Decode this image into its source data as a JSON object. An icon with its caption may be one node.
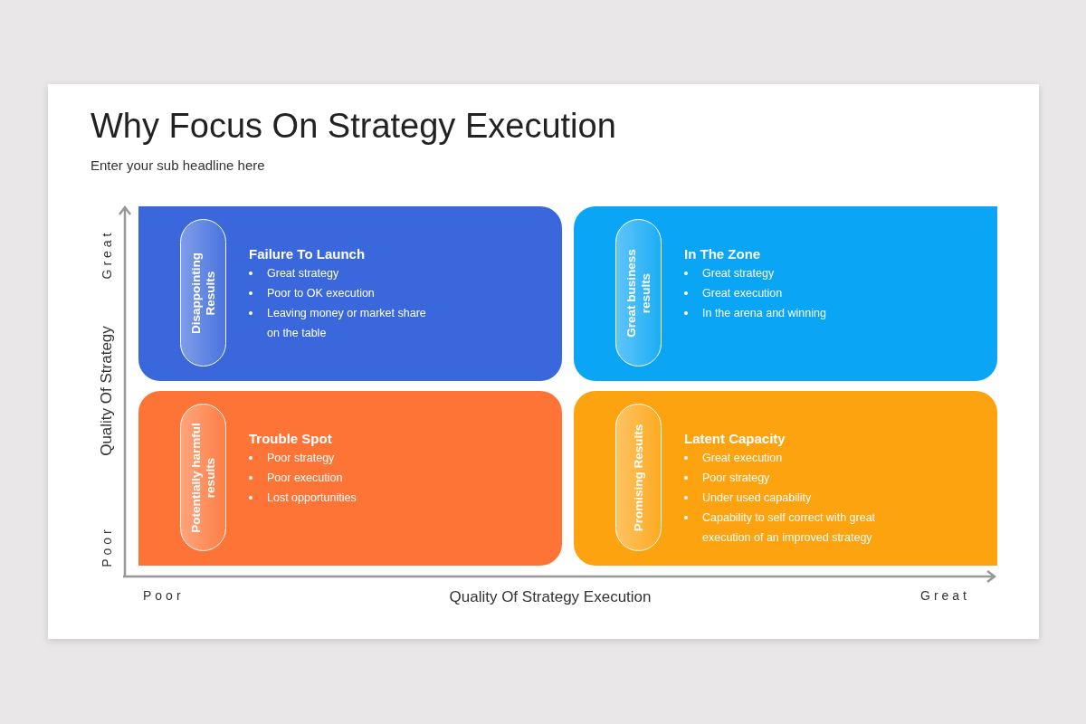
{
  "diagram": {
    "title": "Why Focus On Strategy Execution",
    "nodes": [
      {
        "text": [
          "Failure To Launch",
          "Great strategy",
          "Poor to OK execution",
          "Leaving money or market share on the table"
        ]
      },
      {
        "text": [
          "Disappointing Results"
        ],
        "in": 0
      },
      {
        "text": [
          "In The Zone",
          "Great strategy",
          "Great execution",
          "In the arena and winning"
        ]
      },
      {
        "text": [
          "Great business results"
        ],
        "in": 2
      },
      {
        "text": [
          "Trouble Spot",
          "Poor strategy",
          "Poor execution",
          "Lost opportunities"
        ]
      },
      {
        "text": [
          "Potentially harmful results"
        ],
        "in": 4
      },
      {
        "text": [
          "Latent Capacity",
          "Great execution",
          "Poor strategy",
          "Under used capability",
          "Capability to self correct with great execution of an improved strategy"
        ]
      },
      {
        "text": [
          "Promising Results"
        ],
        "in": 6
      }
    ],
    "edges": [],
    "labels": [
      "Enter your sub headline here",
      "Great",
      "Quality Of Strategy",
      "Poor",
      "Poor",
      "Quality Of Strategy Execution",
      "Great"
    ]
  }
}
